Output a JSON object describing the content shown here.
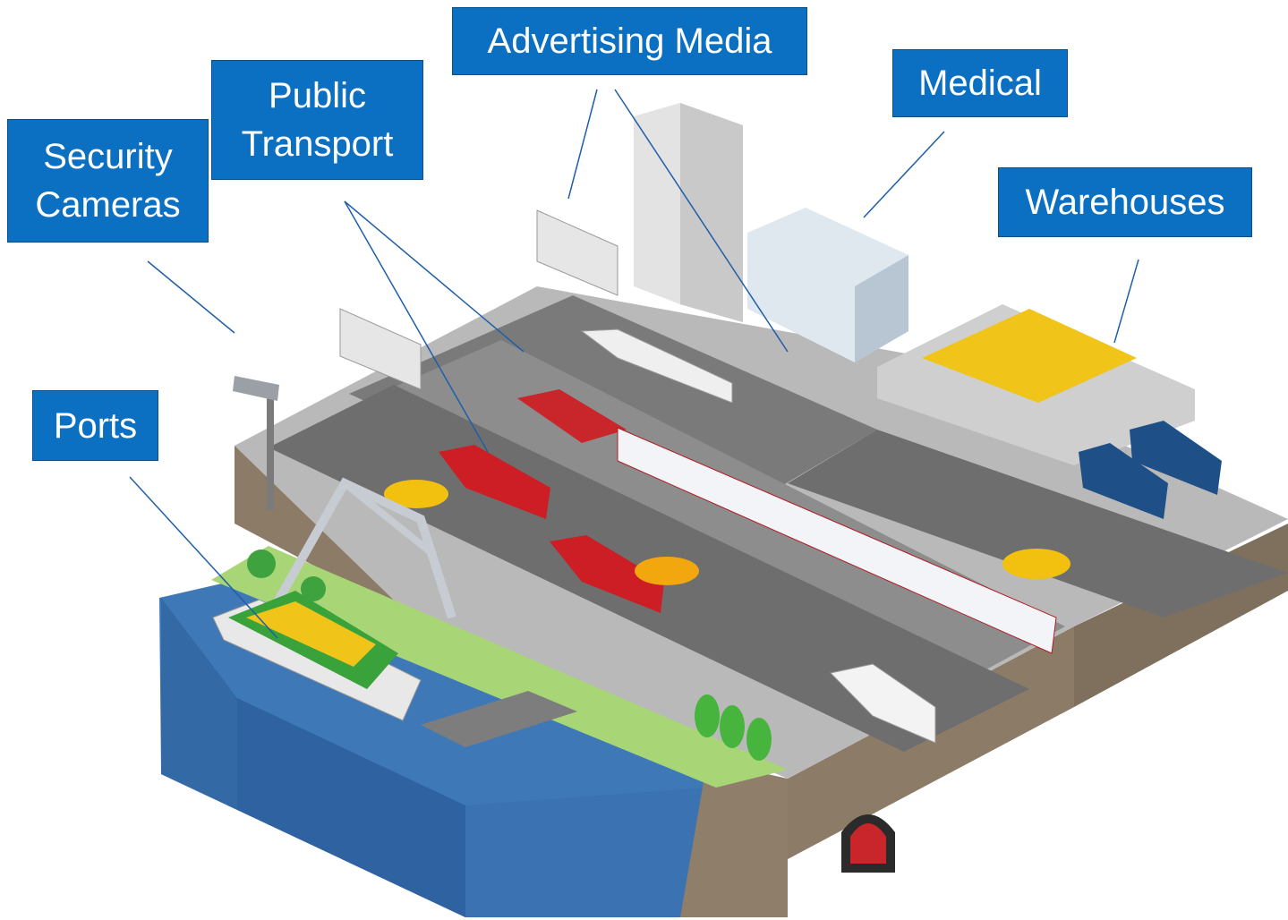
{
  "labels": {
    "security_cameras": [
      "Security",
      "Cameras"
    ],
    "public_transport": [
      "Public",
      "Transport"
    ],
    "advertising_media": "Advertising Media",
    "medical": "Medical",
    "warehouses": "Warehouses",
    "ports": "Ports"
  },
  "colors": {
    "label_bg": "#0b6fc2",
    "label_text": "#ffffff",
    "connector": "#1f5fa8",
    "water": "#3f78b7",
    "road": "#6e6e6e",
    "sidewalk": "#b9b9b9",
    "soil": "#8b7b67",
    "grass": "#a8d576",
    "train_red": "#c8262b",
    "bus_red": "#cc1e24",
    "taxi": "#f2c10f",
    "container_green": "#3aa23a",
    "container_yellow": "#f0c419"
  },
  "icons": [
    "security-camera-icon",
    "billboard-icon",
    "office-building-icon",
    "hospital-icon",
    "warehouse-icon",
    "train-icon",
    "bus-icon",
    "truck-icon",
    "taxi-icon",
    "cargo-ship-icon",
    "crane-icon",
    "tree-icon",
    "pedestrian-icon",
    "tunnel-icon"
  ]
}
